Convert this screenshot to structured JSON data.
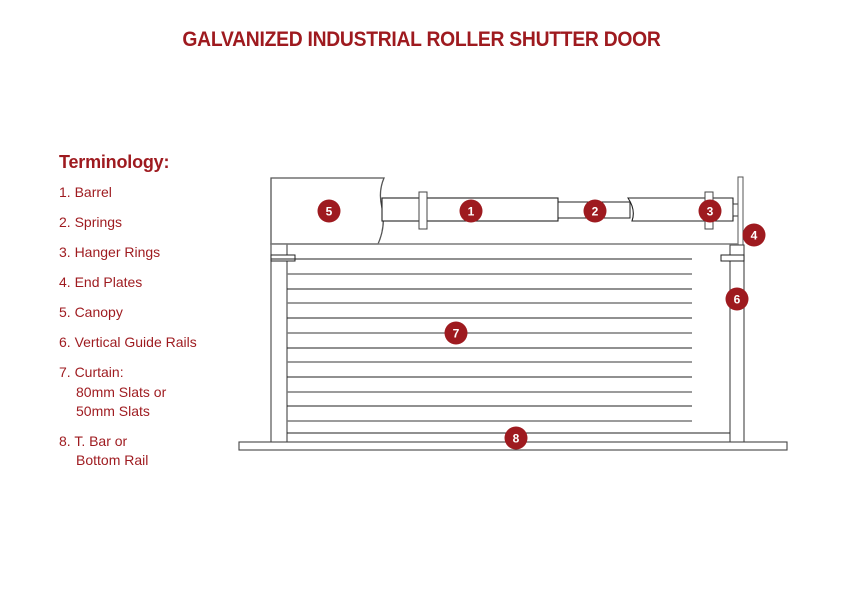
{
  "title": "GALVANIZED INDUSTRIAL ROLLER SHUTTER DOOR",
  "terminology": {
    "heading": "Terminology:",
    "items": [
      {
        "number": "1.",
        "label": "Barrel",
        "continuation": []
      },
      {
        "number": "2.",
        "label": "Springs",
        "continuation": []
      },
      {
        "number": "3.",
        "label": "Hanger Rings",
        "continuation": []
      },
      {
        "number": "4.",
        "label": "End Plates",
        "continuation": []
      },
      {
        "number": "5.",
        "label": "Canopy",
        "continuation": []
      },
      {
        "number": "6.",
        "label": "Vertical Guide Rails",
        "continuation": []
      },
      {
        "number": "7.",
        "label": "Curtain:",
        "continuation": [
          "80mm Slats or",
          "50mm Slats"
        ]
      },
      {
        "number": "8.",
        "label": "T. Bar or",
        "continuation": [
          "Bottom Rail"
        ]
      }
    ]
  },
  "diagram": {
    "markers": [
      {
        "id": "1",
        "part": "Barrel"
      },
      {
        "id": "2",
        "part": "Springs"
      },
      {
        "id": "3",
        "part": "Hanger Rings"
      },
      {
        "id": "4",
        "part": "End Plates"
      },
      {
        "id": "5",
        "part": "Canopy"
      },
      {
        "id": "6",
        "part": "Vertical Guide Rails"
      },
      {
        "id": "7",
        "part": "Curtain"
      },
      {
        "id": "8",
        "part": "T. Bar or Bottom Rail"
      }
    ]
  },
  "colors": {
    "accent": "#9e1a1f",
    "line": "#222222",
    "line_grey": "#7a7a7a"
  }
}
